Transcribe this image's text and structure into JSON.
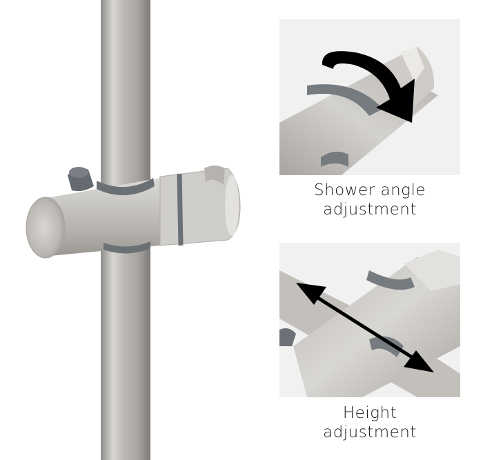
{
  "features": [
    {
      "line1": "Shower angle",
      "line2": "adjustment",
      "icon": "rotate-arrow-icon"
    },
    {
      "line1": "Height",
      "line2": "adjustment",
      "icon": "double-arrow-icon"
    }
  ],
  "colors": {
    "background": "#ffffff",
    "inset_background": "#f1f1f1",
    "metal": "#c9c7c4",
    "gasket": "#6b7075",
    "arrow": "#000000"
  }
}
